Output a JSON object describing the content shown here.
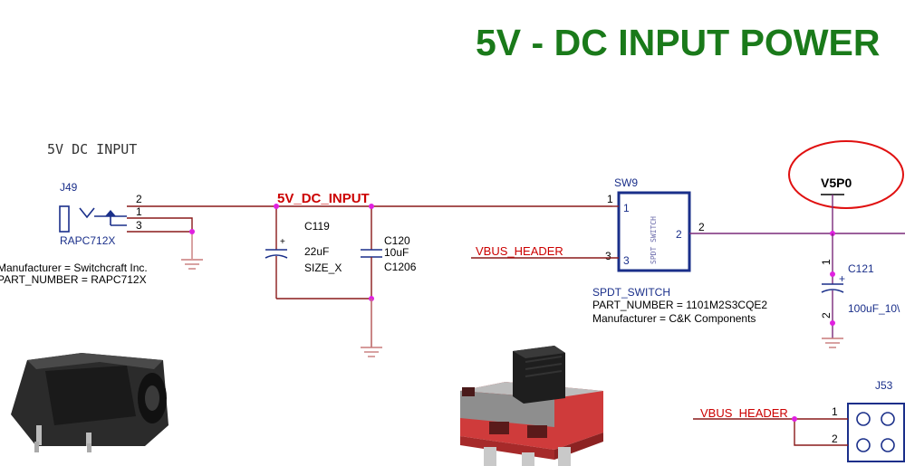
{
  "title": "5V - DC INPUT POWER",
  "section_label": "5V DC INPUT",
  "j49": {
    "ref": "J49",
    "pins": [
      "2",
      "1",
      "3"
    ],
    "part": "RAPC712X",
    "manufacturer": "Manufacturer = Switchcraft Inc.",
    "part_number": "PART_NUMBER = RAPC712X"
  },
  "net_5v_dc_input": "5V_DC_INPUT",
  "c119": {
    "ref": "C119",
    "value": "22uF",
    "size": "SIZE_X",
    "polarity": "+"
  },
  "c120": {
    "ref": "C120",
    "value": "10uF",
    "size": "C1206"
  },
  "sw9": {
    "ref": "SW9",
    "pins": [
      "1",
      "2",
      "3"
    ],
    "inner_pins": [
      "1",
      "2",
      "3"
    ],
    "body_text": "SPDT SWITCH",
    "type": "SPDT_SWITCH",
    "part_number": "PART_NUMBER = 1101M2S3CQE2",
    "manufacturer": "Manufacturer = C&K Components"
  },
  "net_vbus_header": "VBUS_HEADER",
  "v5p0": "V5P0",
  "c121": {
    "ref": "C121",
    "value": "100uF_10\\",
    "pins": [
      "1",
      "2"
    ],
    "polarity": "+"
  },
  "j53": {
    "ref": "J53",
    "net": "VBUS_HEADER",
    "pins": [
      "1",
      "2"
    ]
  },
  "colors": {
    "title": "#1a7a1a",
    "net_label": "#cc0000",
    "wire": "#8a1a1a",
    "component": "#1a2f8a",
    "junction": "#e020e0",
    "highlight": "#e01010"
  },
  "icons": [
    "dc-jack-photo",
    "slide-switch-photo",
    "ground-symbol"
  ]
}
